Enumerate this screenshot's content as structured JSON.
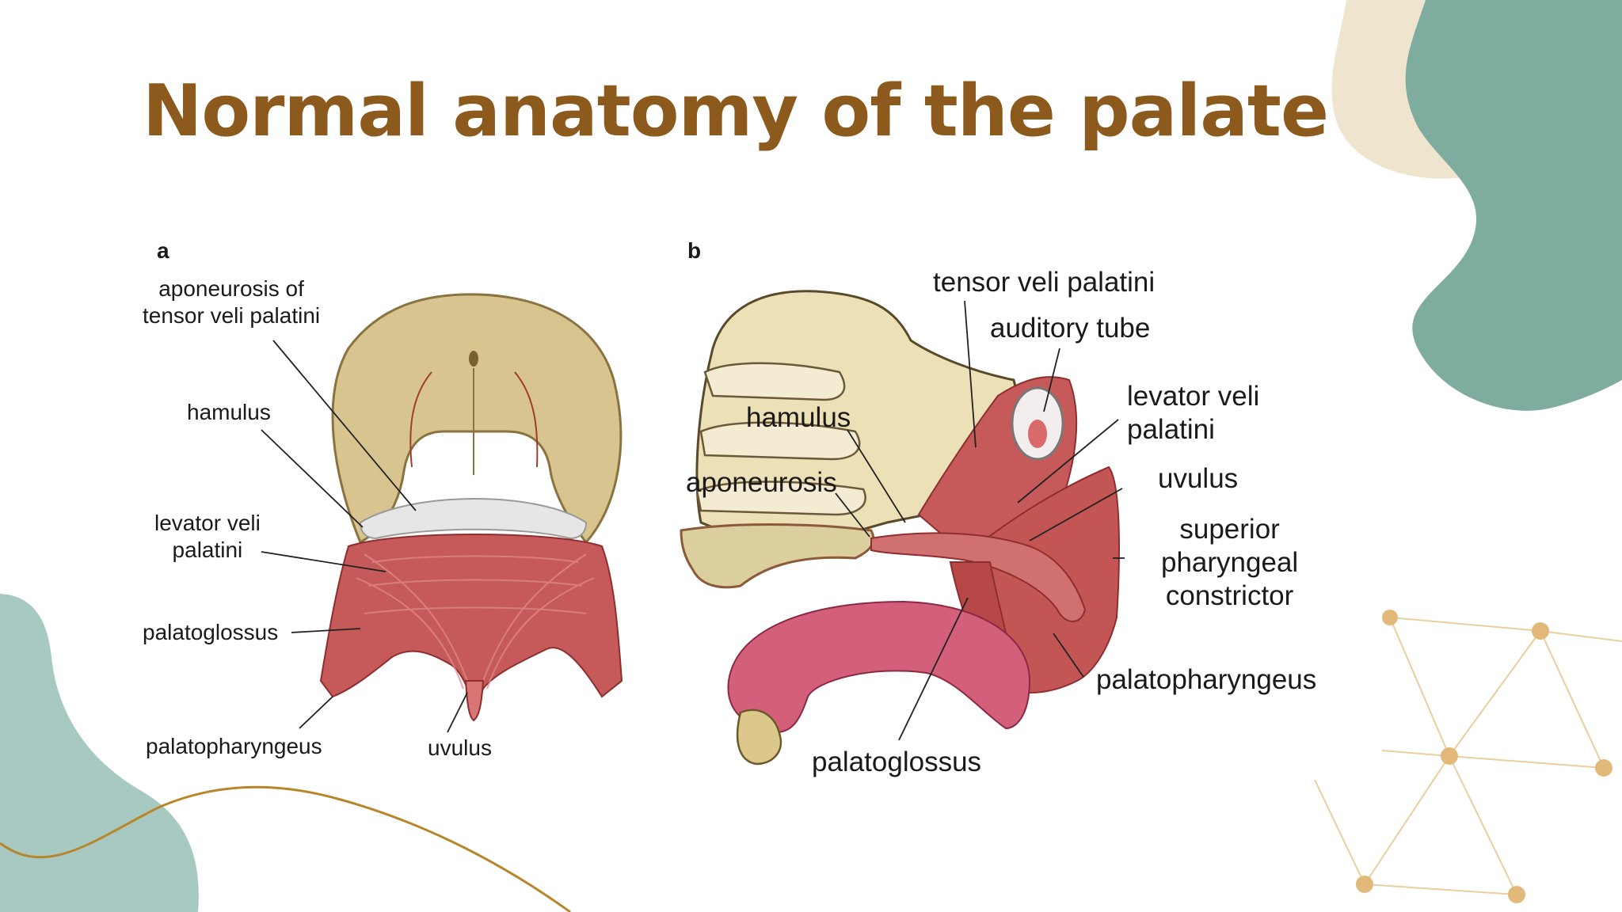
{
  "slide": {
    "title": "Normal anatomy of the palate"
  },
  "panel_a": {
    "letter": "a",
    "labels": {
      "aponeurosis": "aponeurosis of\ntensor veli palatini",
      "hamulus": "hamulus",
      "levator": "levator veli\npalatini",
      "palatoglossus": "palatoglossus",
      "palatopharyngeus": "palatopharyngeus",
      "uvulus": "uvulus"
    }
  },
  "panel_b": {
    "letter": "b",
    "labels": {
      "tensor": "tensor veli palatini",
      "auditory": "auditory tube",
      "levator": "levator veli\npalatini",
      "hamulus": "hamulus",
      "aponeurosis": "aponeurosis",
      "uvulus": "uvulus",
      "constrictor": "superior\npharyngeal\nconstrictor",
      "palatopharyngeus": "palatopharyngeus",
      "palatoglossus": "palatoglossus"
    }
  },
  "colors": {
    "title": "#8b5a1c",
    "teal_blob": "#7eada0",
    "cream_blob": "#efe5cf",
    "gold_accent": "#b8862a",
    "network_dot": "#e2b979",
    "muscle": "#c65a5a",
    "bone": "#d8c48e",
    "aponeurosis": "#e6e6e6"
  }
}
